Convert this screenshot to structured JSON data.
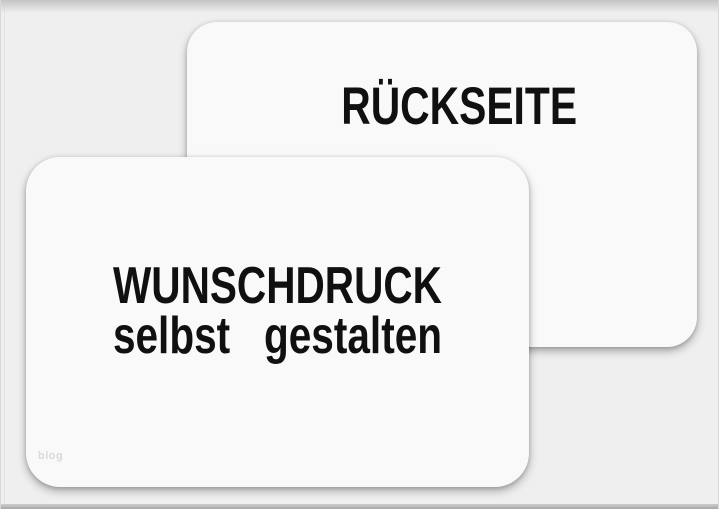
{
  "page": {
    "background_color": "#efefef",
    "card_color": "#f9f9f9",
    "text_color": "#101010",
    "frame_top_color": "#c4c4c4",
    "frame_bottom_color": "#a7a7a7",
    "watermark_color": "#d9d9d9"
  },
  "back_card": {
    "title": "RÜCKSEITE"
  },
  "front_card": {
    "line1": "WUNSCHDRUCK",
    "line2": "selbst   gestalten"
  },
  "watermark": {
    "text": "blog"
  }
}
